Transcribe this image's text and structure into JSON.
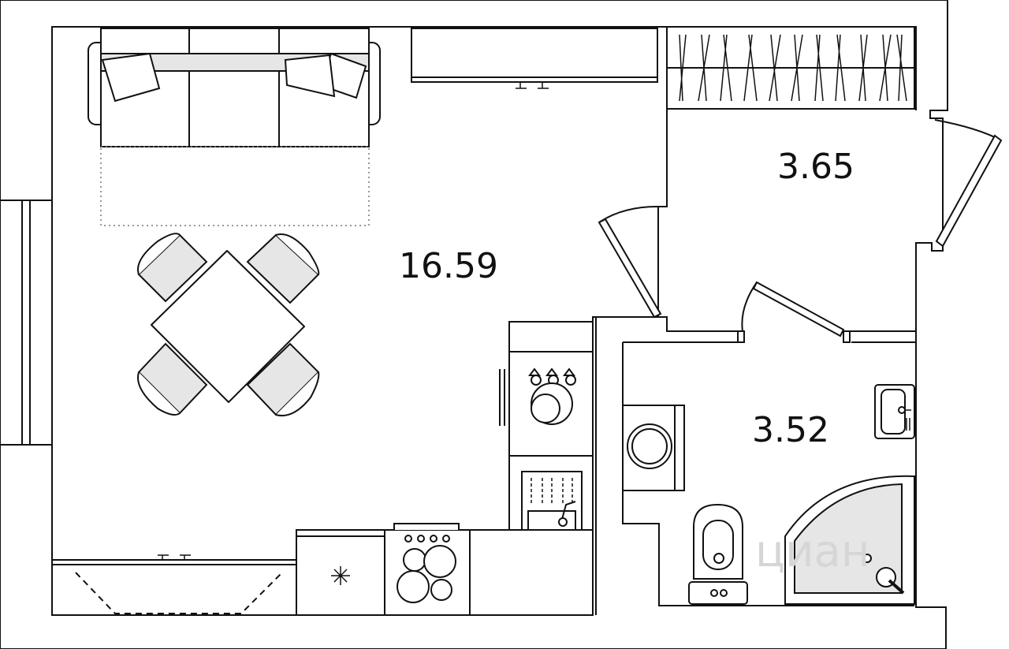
{
  "rooms": [
    {
      "id": "main-room",
      "area": "16.59"
    },
    {
      "id": "hallway",
      "area": "3.65"
    },
    {
      "id": "bathroom",
      "area": "3.52"
    }
  ],
  "watermark": {
    "logo_text": "циан"
  },
  "colors": {
    "wall": "#111111",
    "furniture_fill": "#e6e6e6",
    "background": "#ffffff"
  }
}
